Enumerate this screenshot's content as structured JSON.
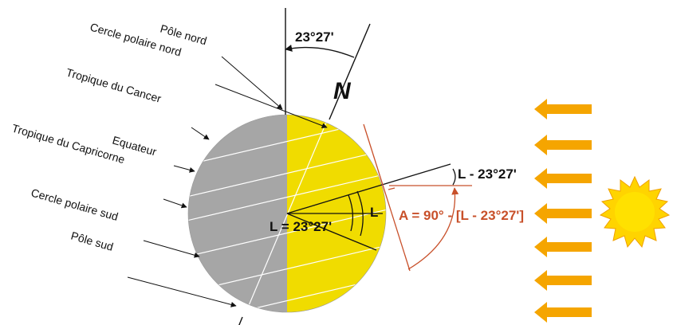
{
  "labels": {
    "pole_nord": "Pôle nord",
    "cercle_polaire_nord": "Cercle polaire nord",
    "tropique_cancer": "Tropique du Cancer",
    "equateur": "Equateur",
    "tropique_capricorne": "Tropique du Capricorne",
    "cercle_polaire_sud": "Cercle polaire sud",
    "pole_sud": "Pôle sud",
    "tilt_angle": "23°27'",
    "north_letter": "N",
    "latitude_formula": "L = 23°27'",
    "l_minus_tilt": "L - 23°27'",
    "l_label": "L",
    "altitude_formula": "A = 90° - [L - 23°27']"
  },
  "colors": {
    "day_side": "#f0dc00",
    "night_side": "#a6a6a6",
    "sun": "#ffd400",
    "arrows": "#f5a500",
    "red_annotation": "#c8502a"
  },
  "icons": {
    "sun": "sun-icon",
    "arrows": "sunlight-arrow-icon"
  }
}
